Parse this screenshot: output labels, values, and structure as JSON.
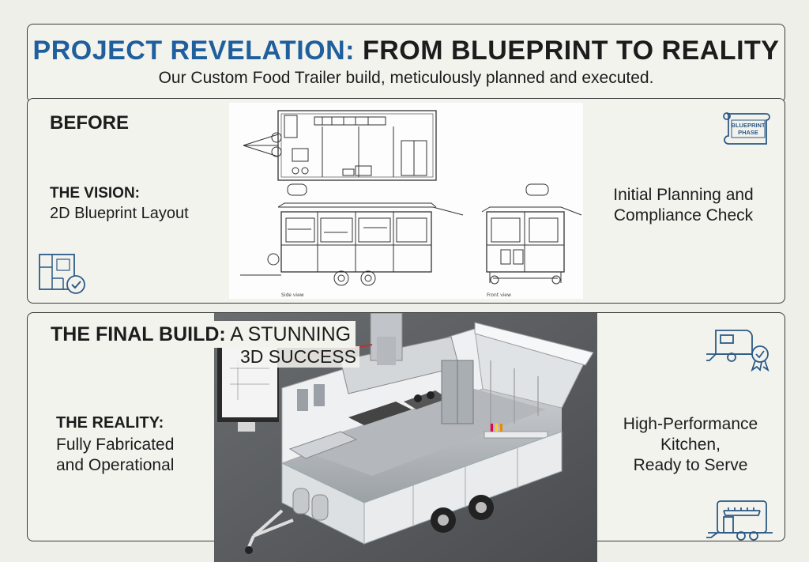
{
  "header": {
    "title_part1": "PROJECT REVELATION:",
    "title_part2": "FROM BLUEPRINT TO REALITY",
    "subtitle": "Our Custom Food Trailer build, meticulously planned and executed."
  },
  "before": {
    "heading": "BEFORE",
    "vision_heading": "THE VISION:",
    "vision_text": "2D Blueprint Layout",
    "right_text_line1": "Initial Planning and",
    "right_text_line2": "Compliance Check",
    "badge_line1": "BLUEPRINT",
    "badge_line2": "PHASE",
    "side_view_caption": "Side view",
    "front_view_caption": "Front view"
  },
  "after": {
    "heading_bold": "THE FINAL BUILD:",
    "heading_rest_line1": "A STUNNING",
    "heading_rest_line2": "3D SUCCESS",
    "reality_heading": "THE REALITY:",
    "reality_line1": "Fully Fabricated",
    "reality_line2": "and Operational",
    "right_line1": "High-Performance",
    "right_line2": "Kitchen,",
    "right_line3": "Ready to Serve"
  },
  "colors": {
    "accent_blue": "#1f5f9e",
    "icon_blue": "#2c5a86",
    "background": "#efefea"
  },
  "icons": [
    "blueprint-scroll-icon",
    "floorplan-check-icon",
    "trailer-badge-icon",
    "food-trailer-icon"
  ]
}
